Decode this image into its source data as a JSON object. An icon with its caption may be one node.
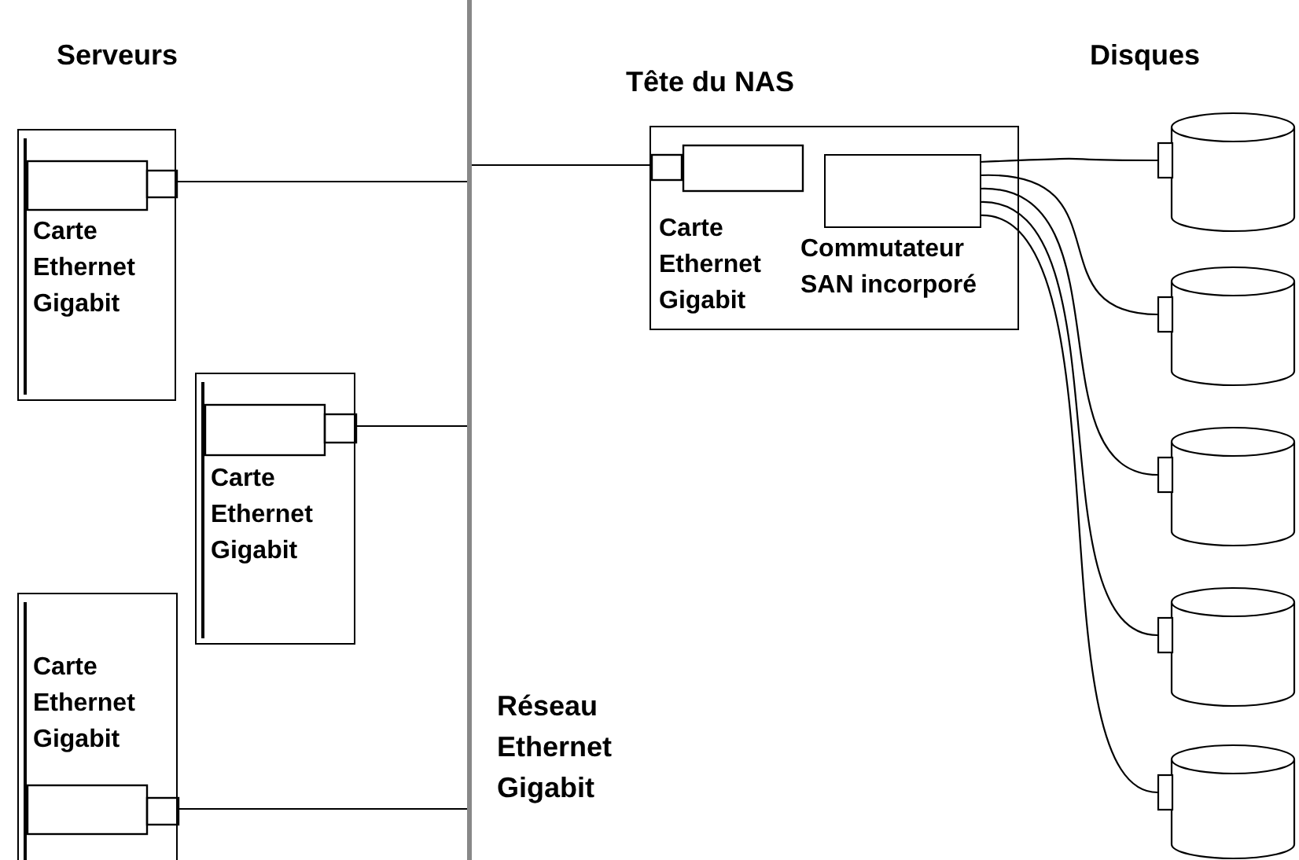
{
  "diagram": {
    "nodes": [
      {
        "text": [],
        "shape": "box"
      },
      {
        "text": [
          "Carte Ethernet Gigabit"
        ],
        "in": 0
      },
      {
        "text": [],
        "shape": "box"
      },
      {
        "text": [
          "Carte Ethernet Gigabit"
        ],
        "in": 2
      },
      {
        "text": [],
        "shape": "box"
      },
      {
        "text": [
          "Carte Ethernet Gigabit"
        ],
        "in": 4
      },
      {
        "text": [],
        "shape": "bar"
      },
      {
        "text": [],
        "shape": "box"
      },
      {
        "text": [
          "Carte Ethernet Gigabit"
        ],
        "in": 7
      },
      {
        "text": [],
        "shape": "box",
        "in": 7,
        "beside": [
          "Commutateur SAN incorporé"
        ]
      },
      {
        "text": [],
        "shape": "cylinder"
      },
      {
        "text": [],
        "shape": "cylinder"
      },
      {
        "text": [],
        "shape": "cylinder"
      },
      {
        "text": [],
        "shape": "cylinder"
      },
      {
        "text": [],
        "shape": "cylinder"
      }
    ],
    "edges": [
      {
        "from": 1,
        "to": 6,
        "arrow": "none"
      },
      {
        "from": 3,
        "to": 6,
        "arrow": "none"
      },
      {
        "from": 5,
        "to": 6,
        "arrow": "none"
      },
      {
        "from": 6,
        "to": 8,
        "arrow": "none"
      },
      {
        "from": 9,
        "to": 10,
        "arrow": "none"
      },
      {
        "from": 9,
        "to": 11,
        "arrow": "none"
      },
      {
        "from": 9,
        "to": 12,
        "arrow": "none"
      },
      {
        "from": 9,
        "to": 13,
        "arrow": "none"
      },
      {
        "from": 9,
        "to": 14,
        "arrow": "none"
      }
    ],
    "labels": [
      "Serveurs",
      "Tête du NAS",
      "Disques",
      "Réseau Ethernet Gigabit"
    ]
  }
}
